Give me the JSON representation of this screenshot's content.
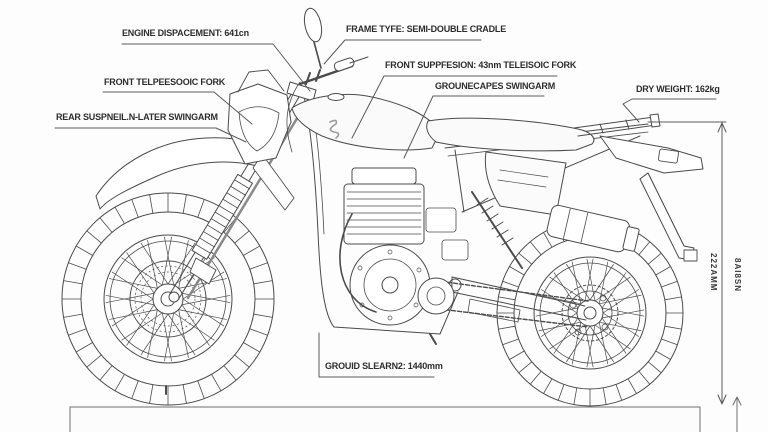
{
  "callouts": {
    "engine_displacement": "ENGINE DISPACEMENT: 641cn",
    "frame_type": "FRAME TYFE: SEMI-DOUBLE CRADLE",
    "front_suspension": "FRONT SUPPFESION: 43nm TELEISOIC FORK",
    "swingarm": "GROUNECAPES SWINGARM",
    "front_fork": "FRONT TELPEESOOIC FORK",
    "rear_suspension": "REAR SUSPNEIL.N-LATER SWINGARM",
    "dry_weight": "DRY WEIGHT: 162kg",
    "ground_clearance": "GROUID SLEARN2: 1440mm"
  },
  "dimensions": {
    "overall_height_left": "222AMM",
    "overall_height_right": "8AI8SN"
  },
  "colors": {
    "line": "#4b4b4b",
    "leader": "#5a5a5a",
    "label_text": "#2d2d2d"
  }
}
